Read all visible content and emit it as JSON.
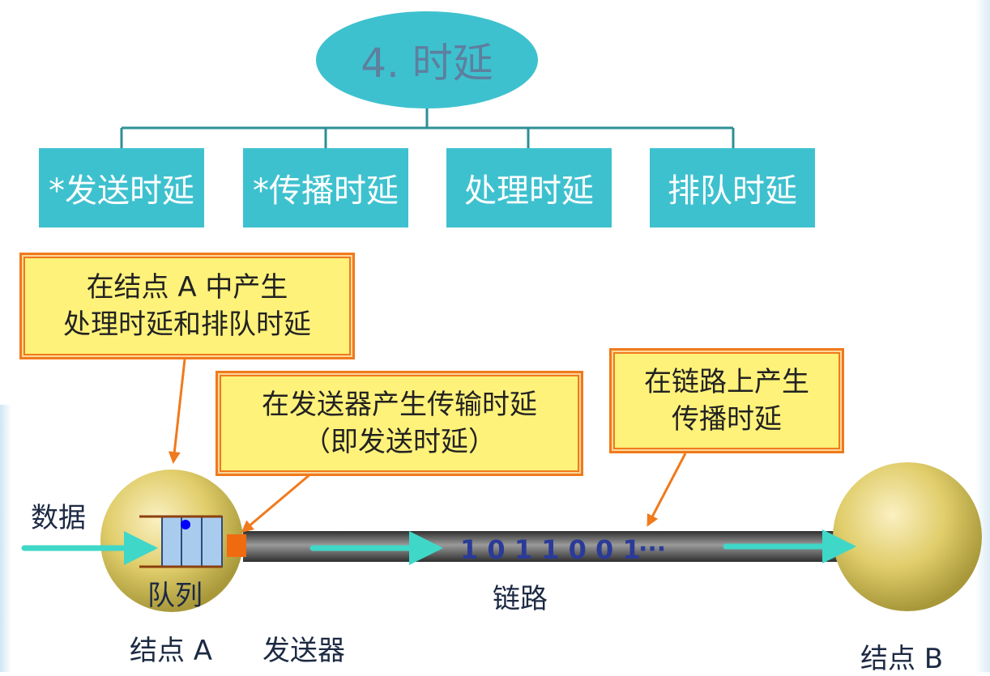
{
  "title": "4. 时延",
  "categories": [
    "*发送时延",
    "*传播时延",
    "处理时延",
    "排队时延"
  ],
  "callouts": {
    "node_a": [
      "在结点 A 中产生",
      "处理时延和排队时延"
    ],
    "sender": [
      "在发送器产生传输时延",
      "（即发送时延）"
    ],
    "link": [
      "在链路上产生",
      "传播时延"
    ]
  },
  "labels": {
    "data": "数据",
    "queue": "队列",
    "node_a": "结点 A",
    "sender": "发送器",
    "link": "链路",
    "node_b": "结点 B",
    "bits": "1 0 1 1 0 0 1",
    "ellipsis": "···"
  },
  "colors": {
    "teal": "#3ec1cf",
    "callout_fill": "#fff27a",
    "callout_border": "#f07a1c",
    "pointer": "#f07a1c",
    "arrow": "#3fd7c8",
    "link_bar": "#6b6b6b",
    "node_sphere": "#d9c55a",
    "sender_block": "#f06a10",
    "queue_cell": "#a9ccee",
    "packet_dot": "#0000ff",
    "bits_text": "#2a3a99"
  }
}
